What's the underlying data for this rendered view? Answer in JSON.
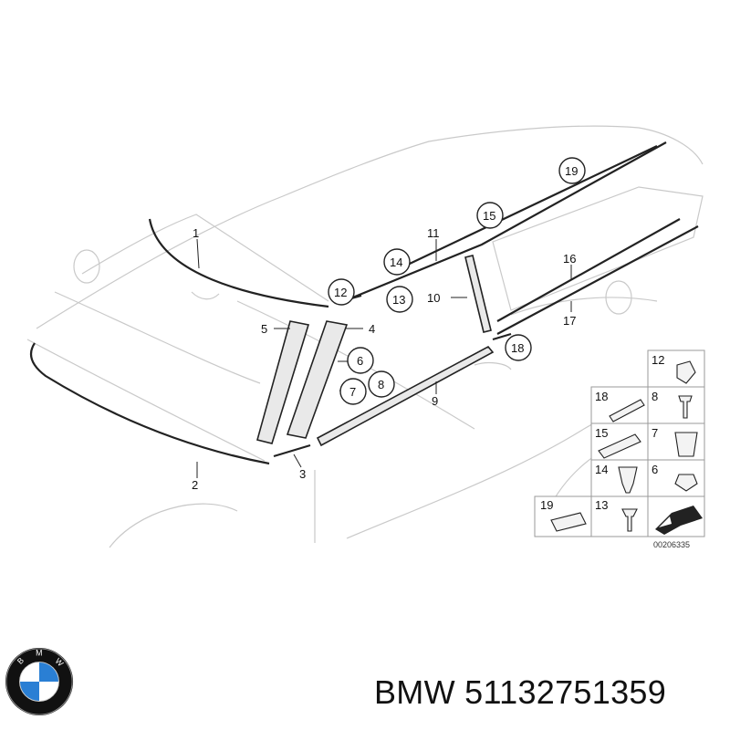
{
  "diagram": {
    "callouts": {
      "c1": "1",
      "c2": "2",
      "c3": "3",
      "c4": "4",
      "c5": "5",
      "c6": "6",
      "c7": "7",
      "c8": "8",
      "c9": "9",
      "c10": "10",
      "c11": "11",
      "c12": "12",
      "c13": "13",
      "c14": "14",
      "c15": "15",
      "c16": "16",
      "c17": "17",
      "c18": "18",
      "c19": "19"
    },
    "legend": {
      "l12": "12",
      "l18": "18",
      "l8": "8",
      "l15": "15",
      "l7": "7",
      "l14": "14",
      "l6": "6",
      "l19": "19",
      "l13": "13"
    },
    "reference": "00206335"
  },
  "logo": {
    "text": "BMW",
    "colors": {
      "blue": "#2a7fd4",
      "black": "#111111",
      "white": "#ffffff"
    }
  },
  "part_label": "BMW 51132751359"
}
